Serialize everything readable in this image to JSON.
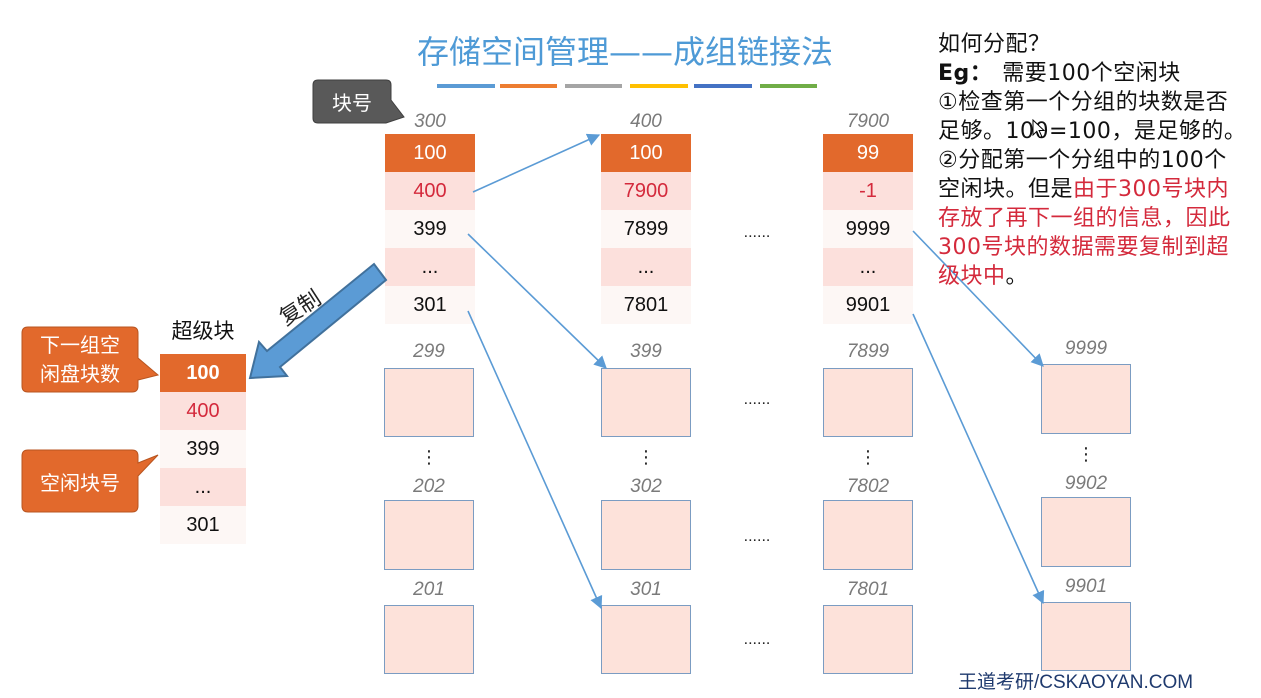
{
  "slide": {
    "title": "存储空间管理——成组链接法",
    "title_underline_colors": [
      "#5b9bd5",
      "#ed7d31",
      "#a5a5a5",
      "#ffc000",
      "#4472c4",
      "#70ad47"
    ]
  },
  "callouts": {
    "block_number": "块号",
    "next_group_free_count": "下一组空闲盘块数",
    "free_block_numbers": "空闲块号"
  },
  "copy_label": "复制",
  "super_block": {
    "title": "超级块",
    "cells": [
      "100",
      "400",
      "399",
      "...",
      "301"
    ]
  },
  "group_blocks": [
    {
      "block_no": "300",
      "cells": [
        "100",
        "400",
        "399",
        "...",
        "301"
      ]
    },
    {
      "block_no": "400",
      "cells": [
        "100",
        "7900",
        "7899",
        "...",
        "7801"
      ]
    },
    {
      "block_no": "7900",
      "cells": [
        "99",
        "-1",
        "9999",
        "...",
        "9901"
      ]
    }
  ],
  "free_blocks": [
    {
      "block_nos": [
        "299",
        "202",
        "201"
      ]
    },
    {
      "block_nos": [
        "399",
        "302",
        "301"
      ]
    },
    {
      "block_nos": [
        "7899",
        "7802",
        "7801"
      ]
    },
    {
      "block_nos": [
        "9999",
        "9902",
        "9901"
      ]
    }
  ],
  "ellipsis_horizontal": "......",
  "ellipsis_vertical": "⋮",
  "explanation": {
    "heading": "如何分配？",
    "example_prefix": "Eg：",
    "example_text": "需要100个空闲块",
    "lines": [
      [
        "①检查第一个分组的块数是否"
      ],
      [
        "足够。100=100，是足够的。"
      ],
      [
        "②分配第一个分组中的100个"
      ],
      [
        "空闲块。但是",
        "由于300号块内"
      ],
      [
        "存放了再下一组的信息，因此"
      ],
      [
        "300号块的数据需要复制到超"
      ],
      [
        "级块中",
        "。"
      ]
    ]
  },
  "watermark": "王道考研/CSKAOYAN.COM",
  "colors": {
    "title": "#4e9ad6",
    "count_cell": "#e2692c",
    "pointer_cell": "#fce0dc",
    "plain_cell": "#fdf7f5",
    "free_block_fill": "#fde2da",
    "free_block_border": "#7b9cc2",
    "highlight_text": "#d42a3c",
    "arrow": "#5b9bd5",
    "arrow_outline": "#41719c",
    "callout_dark": "#595959",
    "callout_orange": "#e2692c",
    "watermark": "#1f3a6e"
  }
}
